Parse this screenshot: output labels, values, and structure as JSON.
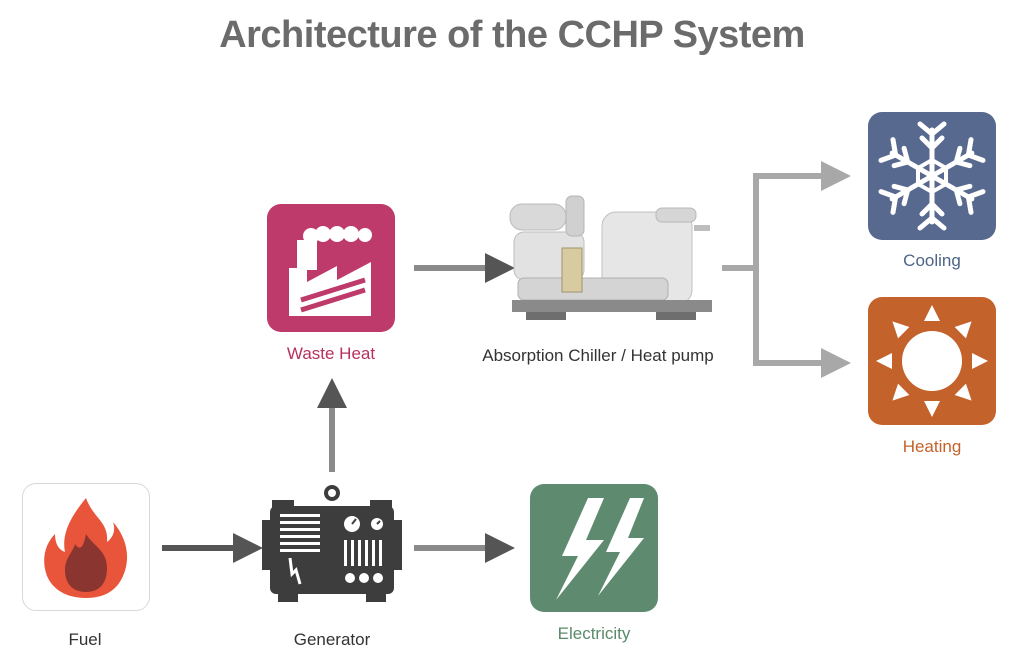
{
  "title": "Architecture of the CCHP System",
  "nodes": {
    "fuel": {
      "label": "Fuel",
      "icon": "flame-icon",
      "color": "#333333"
    },
    "generator": {
      "label": "Generator",
      "icon": "generator-icon",
      "color": "#333333"
    },
    "electricity": {
      "label": "Electricity",
      "icon": "lightning-icon",
      "color": "#5a8a6a"
    },
    "waste_heat": {
      "label": "Waste Heat",
      "icon": "factory-icon",
      "color": "#b8305e"
    },
    "chiller": {
      "label": "Absorption Chiller / Heat pump",
      "icon": "chiller-machine-icon",
      "color": "#333333"
    },
    "cooling": {
      "label": "Cooling",
      "icon": "snowflake-icon",
      "color": "#4d6487"
    },
    "heating": {
      "label": "Heating",
      "icon": "sun-icon",
      "color": "#c4622b"
    }
  },
  "colors": {
    "title": "#6b6b6b",
    "fuel_flame_outer": "#e8553a",
    "fuel_flame_inner": "#8a3530",
    "generator_body": "#3d3d3d",
    "electricity_tile": "#5e8b6f",
    "waste_heat_tile": "#be3a6a",
    "cooling_tile": "#58698f",
    "heating_tile": "#c4622b",
    "arrow_dark": "#555555",
    "arrow_light": "#a8a8a8"
  }
}
